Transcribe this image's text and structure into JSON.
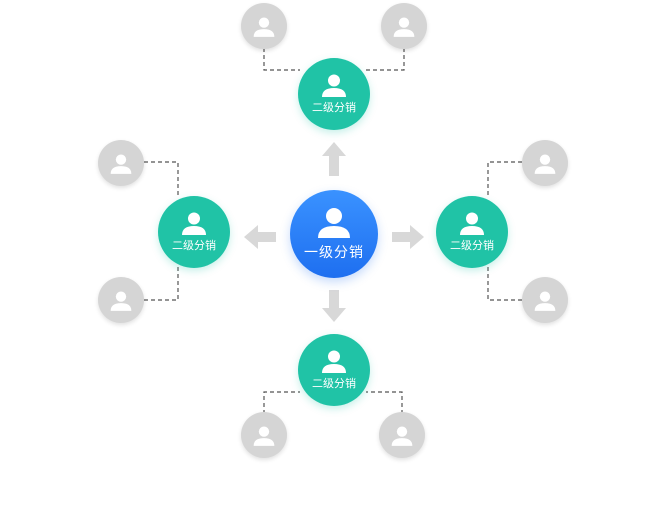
{
  "primary": {
    "label": "一级分销",
    "icon": "person-icon"
  },
  "secondary": [
    {
      "id": "top",
      "label": "二级分销",
      "icon": "person-icon"
    },
    {
      "id": "left",
      "label": "二级分销",
      "icon": "person-icon"
    },
    {
      "id": "right",
      "label": "二级分销",
      "icon": "person-icon"
    },
    {
      "id": "bottom",
      "label": "二级分销",
      "icon": "person-icon"
    }
  ],
  "leaf_icon": "person-icon",
  "colors": {
    "primary": "#2b7ff7",
    "secondary": "#20c3a6",
    "leaf": "#d5d5d5",
    "arrow": "#d8d8d8",
    "connector": "#555555"
  }
}
